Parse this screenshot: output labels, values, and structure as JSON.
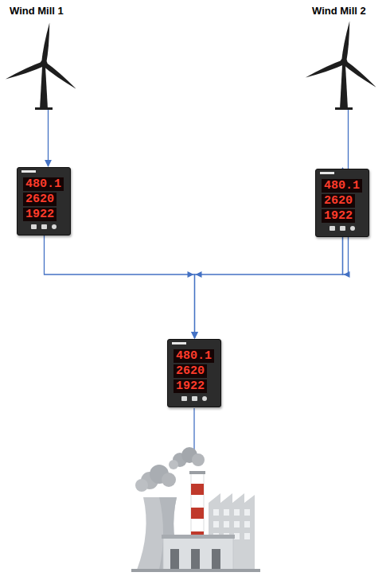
{
  "diagram": {
    "nodes": [
      {
        "text": [
          "Wind Mill 1"
        ]
      },
      {
        "text": [
          "Wind Mill 2"
        ]
      },
      {
        "text": [
          "480.1",
          "2620",
          "1922"
        ]
      },
      {
        "text": [
          "480.1",
          "2620",
          "1922"
        ]
      },
      {
        "text": [
          "480.1",
          "2620",
          "1922"
        ]
      }
    ],
    "edges": [
      {
        "from": 0,
        "to": 2,
        "arrow": "to"
      },
      {
        "from": 1,
        "to": 3,
        "arrow": "to"
      },
      {
        "from": 2,
        "to": 4,
        "arrow": "to"
      },
      {
        "from": 3,
        "to": 4,
        "arrow": "to"
      }
    ]
  }
}
